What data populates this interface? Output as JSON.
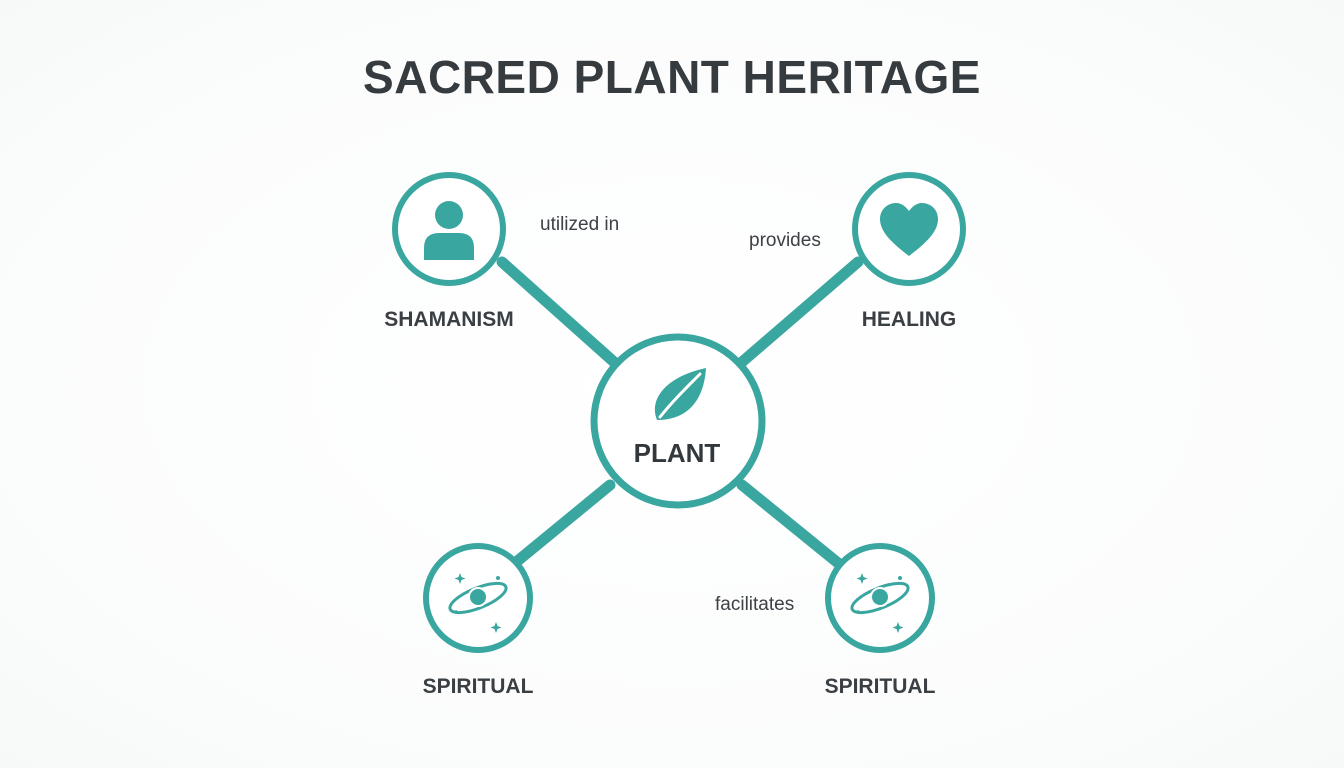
{
  "title": "SACRED PLANT HERITAGE",
  "colors": {
    "accent": "#3aa6a0",
    "text": "#363b40",
    "background": "#ffffff"
  },
  "center": {
    "label": "PLANT",
    "icon": "leaf-icon"
  },
  "nodes": {
    "shamanism": {
      "label": "SHAMANISM",
      "icon": "person-icon"
    },
    "healing": {
      "label": "HEALING",
      "icon": "heart-icon"
    },
    "spiritual_left": {
      "label": "SPIRITUAL",
      "icon": "planet-icon"
    },
    "spiritual_right": {
      "label": "SPIRITUAL",
      "icon": "planet-icon"
    }
  },
  "edges": {
    "shamanism": {
      "label": "utilized in"
    },
    "healing": {
      "label": "provides"
    },
    "spiritual_right": {
      "label": "facilitates"
    }
  }
}
